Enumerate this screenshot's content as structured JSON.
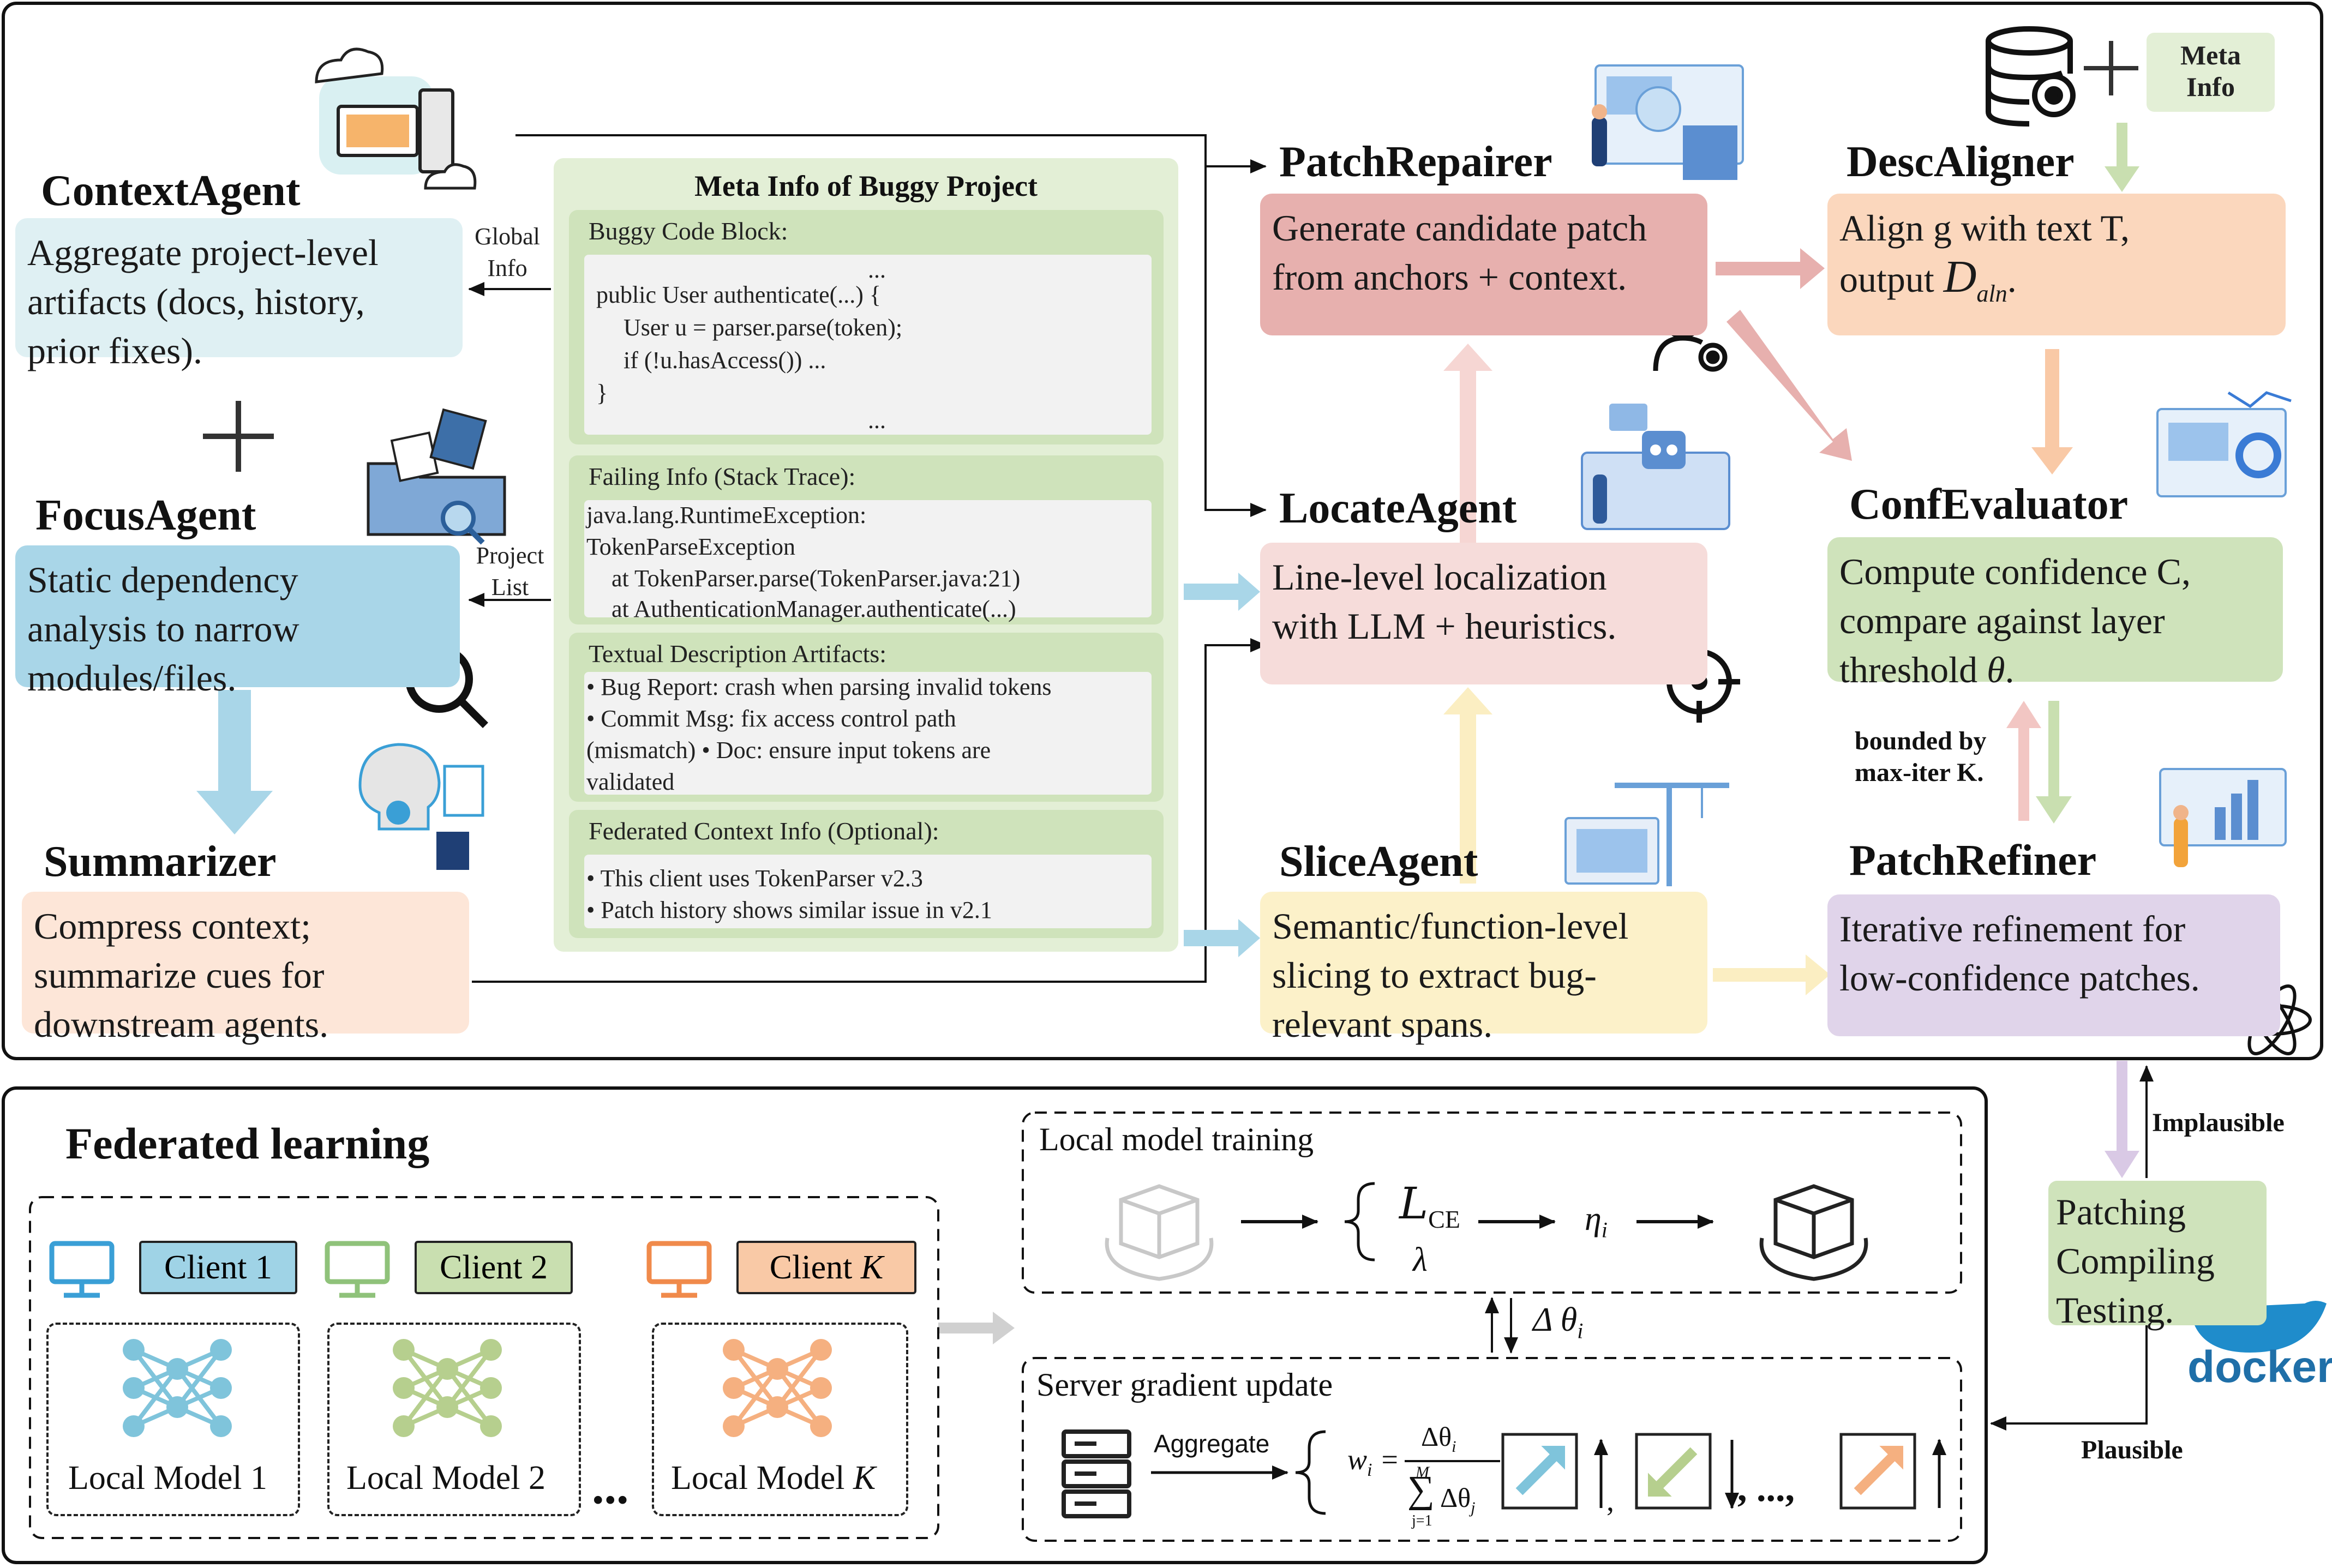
{
  "agents": {
    "context": {
      "title": "ContextAgent",
      "text": "Aggregate project-level\nartifacts (docs, history,\nprior fixes)."
    },
    "focus": {
      "title": "FocusAgent",
      "text": "Static dependency\nanalysis to narrow\nmodules/files."
    },
    "summarizer": {
      "title": "Summarizer",
      "text": "Compress context;\nsummarize cues for\ndownstream agents."
    },
    "patch_repairer": {
      "title": "PatchRepairer",
      "text": "Generate candidate patch\nfrom anchors + context."
    },
    "locate": {
      "title": "LocateAgent",
      "text": "Line-level localization\nwith LLM + heuristics."
    },
    "slice": {
      "title": "SliceAgent",
      "text": "Semantic/function-level\nslicing to extract bug-\nrelevant spans."
    },
    "desc_aligner": {
      "title": "DescAligner",
      "text_pre": "Align g with text T,\noutput ",
      "math": "D",
      "math_sub": "aln",
      "text_post": "."
    },
    "conf_evaluator": {
      "title": "ConfEvaluator",
      "text_pre": "Compute confidence C,\ncompare against layer\nthreshold ",
      "math": "θ",
      "text_post": "."
    },
    "patch_refiner": {
      "title": "PatchRefiner",
      "text": "Iterative refinement for\nlow-confidence patches."
    }
  },
  "labels": {
    "global_info": "Global\nInfo",
    "project_list": "Project\nList",
    "meta_info_small": "Meta\nInfo",
    "bounded": "bounded by\nmax-iter K.",
    "implausible": "Implausible",
    "plausible": "Plausible",
    "patching": "Patching\nCompiling\nTesting.",
    "docker": "docker"
  },
  "meta_panel": {
    "title": "Meta Info of Buggy Project",
    "sections": [
      {
        "header": "Buggy Code Block:",
        "lines": [
          "...",
          "public User authenticate(...) {",
          "User u = parser.parse(token);",
          "if (!u.hasAccess()) ...",
          "}",
          "..."
        ]
      },
      {
        "header": "Failing Info (Stack Trace):",
        "lines": [
          "java.lang.RuntimeException:",
          "TokenParseException",
          "at TokenParser.parse(TokenParser.java:21)",
          "at AuthenticationManager.authenticate(...)"
        ]
      },
      {
        "header": "Textual Description Artifacts:",
        "lines": [
          "• Bug Report: crash when parsing invalid tokens",
          "• Commit Msg: fix access control path",
          "(mismatch)  • Doc: ensure input tokens are",
          "validated"
        ]
      },
      {
        "header": "Federated Context Info (Optional):",
        "lines": [
          "• This client uses TokenParser v2.3",
          "• Patch history shows similar issue in v2.1"
        ]
      }
    ]
  },
  "federated": {
    "title": "Federated learning",
    "clients": [
      {
        "label": "Client 1",
        "label_italic": "",
        "color": "#9fd3e6",
        "icon_color": "#3a9fd6"
      },
      {
        "label": "Client 2",
        "label_italic": "",
        "color": "#c9dfb0",
        "icon_color": "#8fc27a"
      },
      {
        "label": "Client ",
        "label_italic": "K",
        "color": "#f9c9a6",
        "icon_color": "#f08a4b"
      }
    ],
    "local_models": [
      {
        "label": "Local Model 1",
        "label_italic": "",
        "color": "#7fc4db"
      },
      {
        "label": "Local Model 2",
        "label_italic": "",
        "color": "#b6cf8e"
      },
      {
        "label": "Local Model ",
        "label_italic": "K",
        "color": "#f5b080"
      }
    ],
    "ellipsis": "...",
    "local_training": "Local model training",
    "server_update": "Server gradient update",
    "aggregate": "Aggregate",
    "loss": "L",
    "loss_sub": "CE",
    "lambda": "λ",
    "eta": "η",
    "eta_sub": "i",
    "delta": "Δ θ",
    "delta_sub": "i",
    "weight_lhs": "w",
    "weight_lhs_sub": "i",
    "weight_num": "Δθ",
    "weight_num_sub": "i",
    "weight_den": "Δθ",
    "weight_den_sub": "j",
    "sum_upper": "M",
    "sum_lower": "j=1",
    "comma": ",",
    "trail": ", ..., "
  }
}
